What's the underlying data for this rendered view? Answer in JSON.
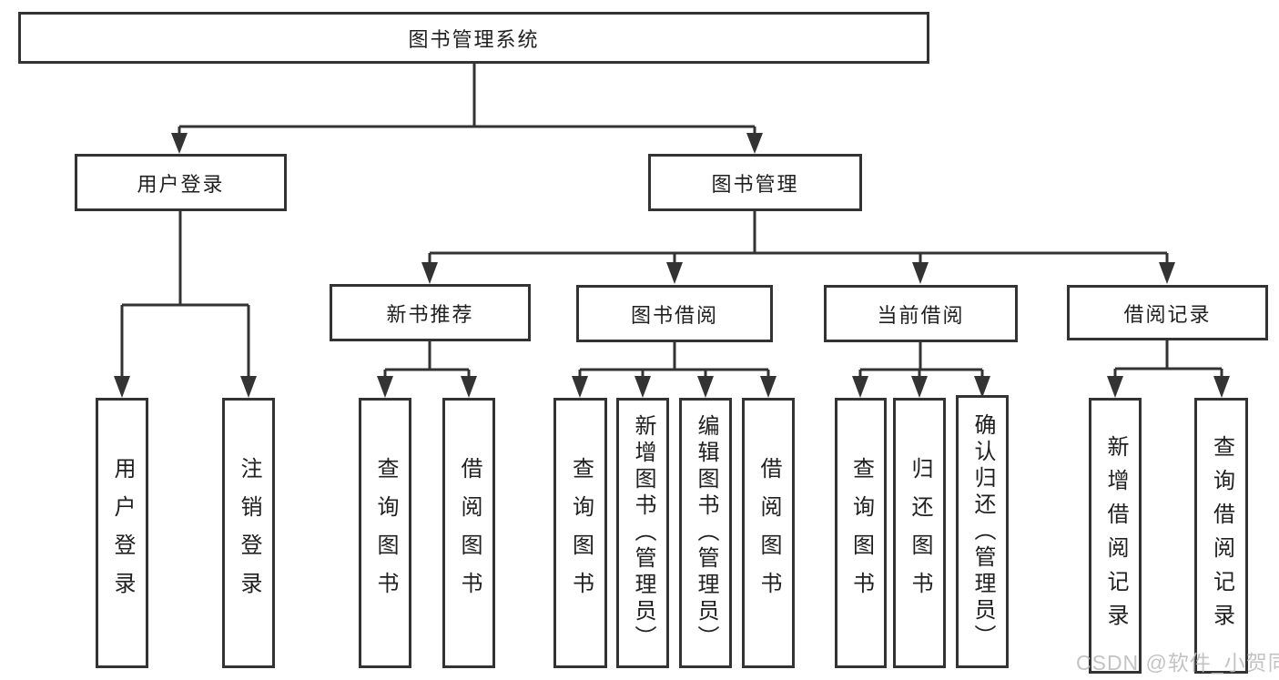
{
  "diagram": {
    "title": "图书管理系统",
    "nodes": {
      "root": "图书管理系统",
      "user_login": "用户登录",
      "book_mgmt": "图书管理",
      "new_books": "新书推荐",
      "book_borrow": "图书借阅",
      "current_borrow": "当前借阅",
      "borrow_records": "借阅记录",
      "leaves": {
        "user_login_1": "用户登录",
        "user_login_2": "注销登录",
        "new_books_1": "查询图书",
        "new_books_2": "借阅图书",
        "book_borrow_1": "查询图书",
        "book_borrow_2": "新增图书（管理员）",
        "book_borrow_3": "编辑图书（管理员）",
        "book_borrow_4": "借阅图书",
        "current_borrow_1": "查询图书",
        "current_borrow_2": "归还图书",
        "current_borrow_3": "确认归还（管理员）",
        "borrow_records_1": "新增借阅记录",
        "borrow_records_2": "查询借阅记录"
      }
    },
    "colors": {
      "line": "#333333",
      "text": "#202020",
      "watermark": "#bdbdbd",
      "background": "#ffffff"
    }
  },
  "watermark": "CSDN @软件_小贺同学"
}
